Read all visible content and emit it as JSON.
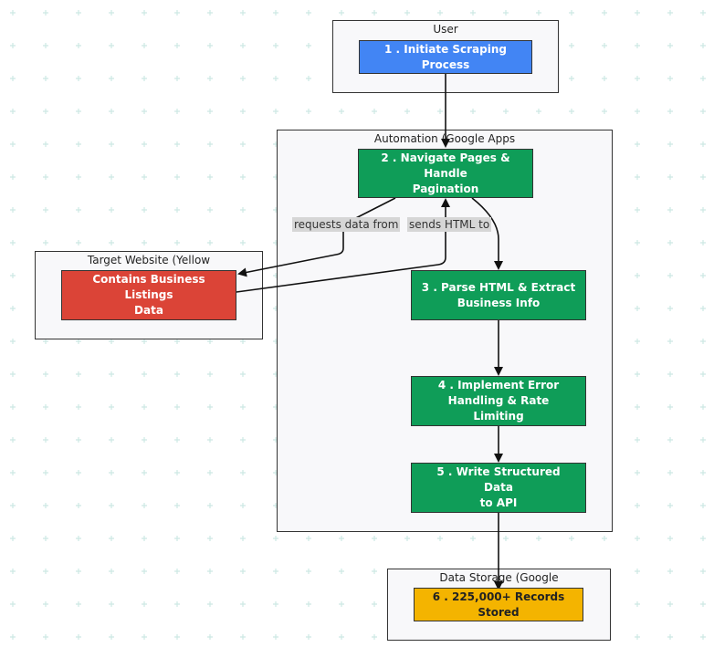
{
  "colors": {
    "background": "#ffffff",
    "grid_cross": "#cde8e4",
    "cluster_fill": "#f8f8fa",
    "node_blue": "#4285f4",
    "node_green": "#0f9d58",
    "node_red": "#db4437",
    "node_yellow": "#f4b400",
    "edge": "#111111",
    "edge_label_bg": "#d6d6d6"
  },
  "clusters": {
    "user": "User",
    "automation": "Automation (Google Apps",
    "target": "Target Website (Yellow",
    "storage": "Data Storage (Google"
  },
  "nodes": {
    "n1": "1 . Initiate Scraping Process",
    "n2_line1": "2 . Navigate Pages & Handle",
    "n2_line2": "Pagination",
    "n3_line1": "3 . Parse HTML & Extract",
    "n3_line2": "Business Info",
    "n4_line1": "4 . Implement Error",
    "n4_line2": "Handling & Rate Limiting",
    "n5_line1": "5 . Write Structured Data",
    "n5_line2": "to API",
    "n6": "6 . 225,000+ Records Stored",
    "target_line1": "Contains Business Listings",
    "target_line2": "Data"
  },
  "edge_labels": {
    "requests": "requests data from",
    "sends": "sends HTML to"
  }
}
